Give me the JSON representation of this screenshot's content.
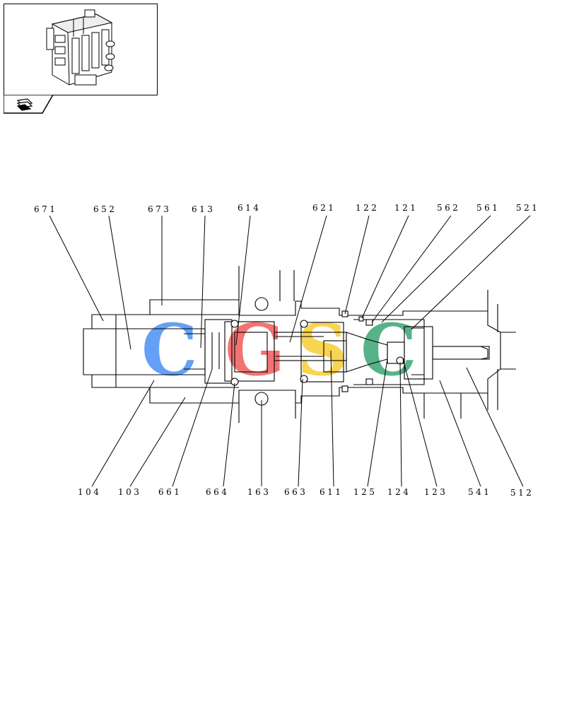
{
  "labels_top": [
    "671",
    "652",
    "673",
    "613",
    "614",
    "621",
    "122",
    "121",
    "562",
    "561",
    "521"
  ],
  "labels_bottom": [
    "104",
    "103",
    "661",
    "664",
    "163",
    "663",
    "611",
    "125",
    "124",
    "123",
    "541",
    "512"
  ],
  "watermark": {
    "letters": [
      "C",
      "G",
      "S",
      "C"
    ],
    "colors": [
      "#5b9bf5",
      "#f26b6b",
      "#f8d247",
      "#4fae82"
    ]
  },
  "icons": {
    "thumbnail": "valve-assembly-thumbnail",
    "tab": "book-pages-icon"
  }
}
